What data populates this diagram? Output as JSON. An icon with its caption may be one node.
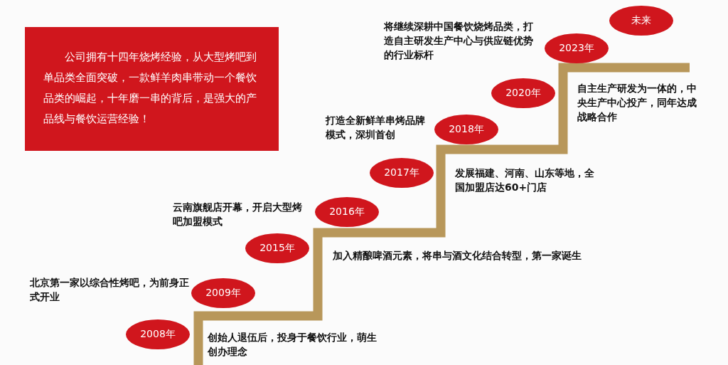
{
  "diagram": {
    "nodes": [
      {
        "text": [
          "公司拥有十四年烧烤经验，从大型烤吧到单品类全面突破，一款鲜羊肉串带动一个餐饮品类的崛起，十年磨一串的背后，是强大的产品线与餐饮运营经验！"
        ]
      },
      {
        "text": [
          "2008年"
        ],
        "beside": [
          "创始人退伍后，投身于餐饮行业，萌生创办理念"
        ]
      },
      {
        "text": [
          "2009年"
        ],
        "beside": [
          "北京第一家以综合性烤吧，为前身正式开业"
        ]
      },
      {
        "text": [
          "2015年"
        ],
        "beside": [
          "加入精酿啤酒元素，将串与酒文化结合转型，第一家诞生"
        ]
      },
      {
        "text": [
          "2016年"
        ],
        "beside": [
          "云南旗舰店开幕，开启大型烤吧加盟模式"
        ]
      },
      {
        "text": [
          "2017年"
        ],
        "beside": [
          "发展福建、河南、山东等地，全国加盟店达60+门店"
        ]
      },
      {
        "text": [
          "2018年"
        ],
        "beside": [
          "打造全新鲜羊串烤品牌模式，深圳首创"
        ]
      },
      {
        "text": [
          "2020年"
        ],
        "beside": [
          "自主生产研发为一体的，中央生产中心投产，同年达成战略合作"
        ]
      },
      {
        "text": [
          "2023年"
        ],
        "beside": [
          "将继续深耕中国餐饮烧烤品类，打造自主研发生产中心与供应链优势的行业标杆"
        ]
      },
      {
        "text": [
          "未来"
        ]
      }
    ],
    "edges": []
  }
}
